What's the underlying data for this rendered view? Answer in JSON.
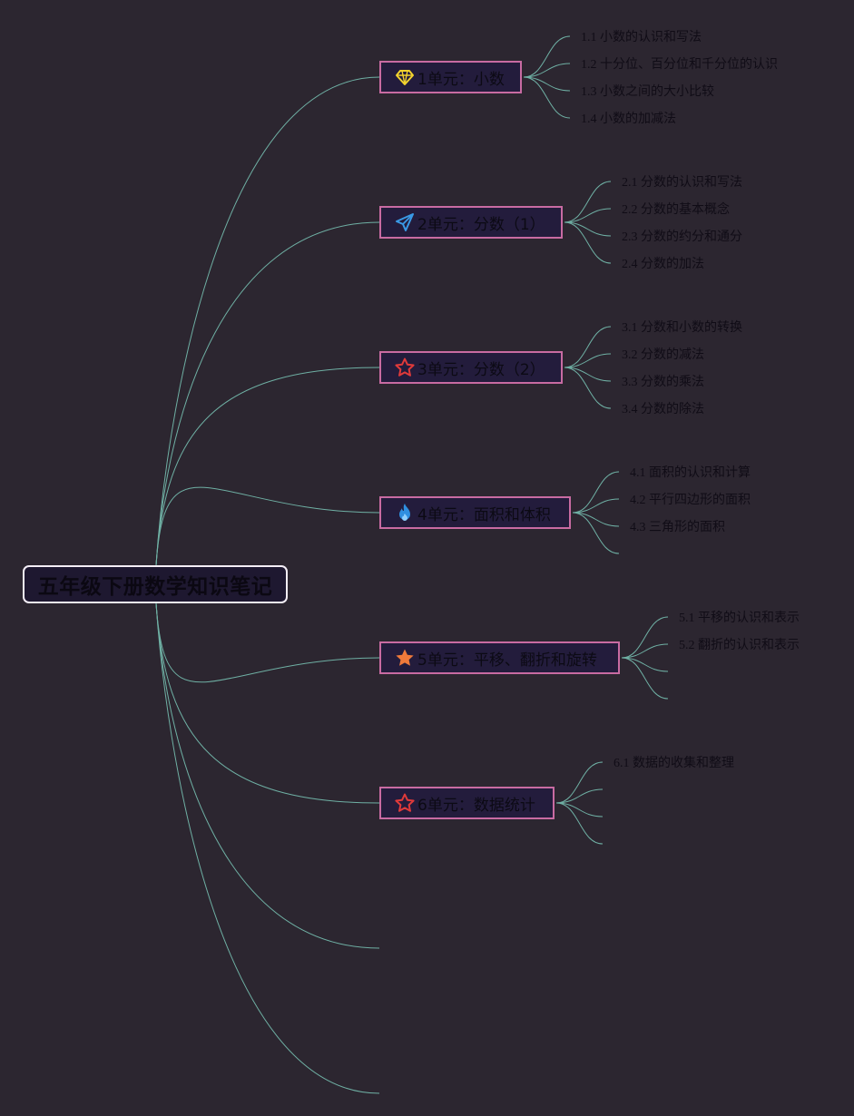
{
  "root": {
    "title": "五年级下册数学知识笔记"
  },
  "colors": {
    "edge": "#6fb0a4",
    "unit_border": "#c86ba2",
    "background": "#2c2630"
  },
  "units": [
    {
      "label": "1单元：小数",
      "icon": "diamond-icon",
      "topics": [
        "1.1 小数的认识和写法",
        "1.2 十分位、百分位和千分位的认识",
        "1.3 小数之间的大小比较",
        "1.4 小数的加减法"
      ]
    },
    {
      "label": "2单元：分数（1）",
      "icon": "paper-plane-icon",
      "topics": [
        "2.1 分数的认识和写法",
        "2.2 分数的基本概念",
        "2.3 分数的约分和通分",
        "2.4 分数的加法"
      ]
    },
    {
      "label": "3单元：分数（2）",
      "icon": "star-outline-icon",
      "topics": [
        "3.1 分数和小数的转换",
        "3.2 分数的减法",
        "3.3 分数的乘法",
        "3.4 分数的除法"
      ]
    },
    {
      "label": "4单元：面积和体积",
      "icon": "flame-icon",
      "topics": [
        "4.1 面积的认识和计算",
        "4.2 平行四边形的面积",
        "4.3 三角形的面积",
        ""
      ]
    },
    {
      "label": "5单元：平移、翻折和旋转",
      "icon": "star-filled-icon",
      "topics": [
        "5.1 平移的认识和表示",
        "5.2 翻折的认识和表示",
        "",
        ""
      ]
    },
    {
      "label": "6单元：数据统计",
      "icon": "star-outline-icon",
      "topics": [
        "6.1 数据的收集和整理",
        "",
        "",
        ""
      ]
    }
  ]
}
